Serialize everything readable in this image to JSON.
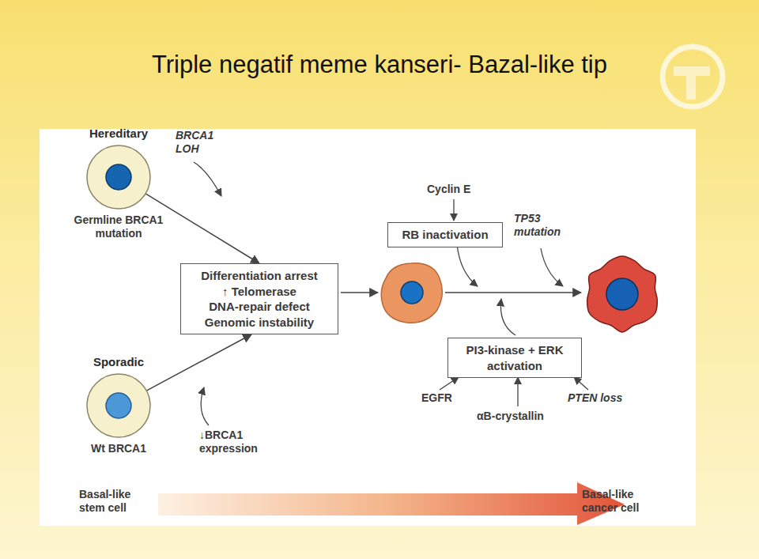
{
  "diagram": {
    "title": "Triple negatif meme kanseri- Bazal-like tip",
    "nodes": [
      {
        "text": [
          "Hereditary",
          "Germline BRCA1 mutation"
        ]
      },
      {
        "text": [
          "Differentiation arrest",
          "↑ Telomerase",
          "DNA-repair defect",
          "Genomic instability"
        ]
      },
      {
        "text": [
          "Sporadic",
          "Wt BRCA1"
        ]
      },
      {
        "text": [
          "RB inactivation"
        ]
      },
      {
        "text": [
          "PI3-kinase + ERK activation"
        ]
      }
    ],
    "edges": [
      {
        "from": 0,
        "to": 1,
        "arrow": "to"
      },
      {
        "from": 2,
        "to": 1,
        "arrow": "to"
      }
    ],
    "labels": [
      "BRCA1 LOH",
      "Cyclin E",
      "TP53 mutation",
      "EGFR",
      "αB-crystallin",
      "PTEN loss",
      "↓BRCA1 expression",
      "Basal-like stem cell",
      "Basal-like cancer cell"
    ]
  }
}
